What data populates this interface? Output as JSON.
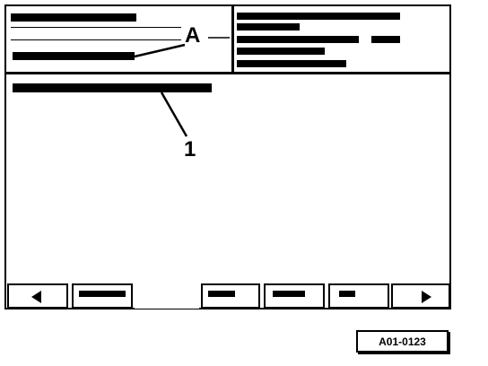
{
  "diagram": {
    "callouts": {
      "a_label": "A",
      "one_label": "1"
    },
    "softkeys": {
      "left_arrow": "left-arrow-icon",
      "right_arrow": "right-arrow-icon"
    },
    "figure_id": "A01-0123"
  }
}
